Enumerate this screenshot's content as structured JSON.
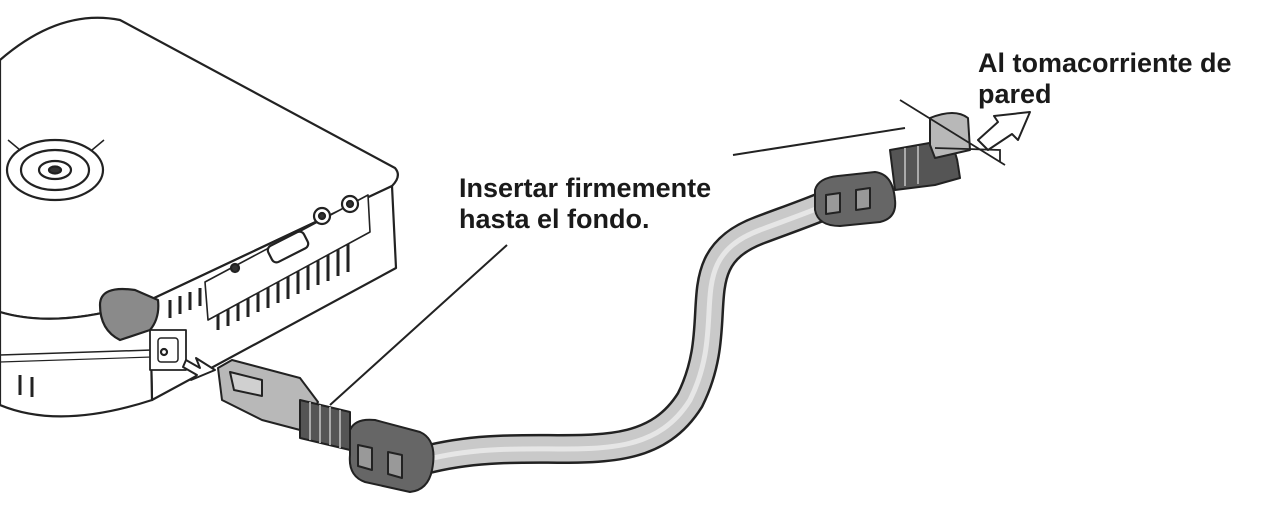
{
  "labels": {
    "insert_line1": "Insertar firmemente",
    "insert_line2": "hasta el fondo.",
    "wall_line1": "Al tomacorriente de",
    "wall_line2": "pared"
  },
  "colors": {
    "outline": "#222222",
    "cable_fill": "#c9c9c9",
    "plug_fill": "#b8b8b8",
    "dark_fill": "#555555",
    "body_fill": "#ffffff"
  }
}
